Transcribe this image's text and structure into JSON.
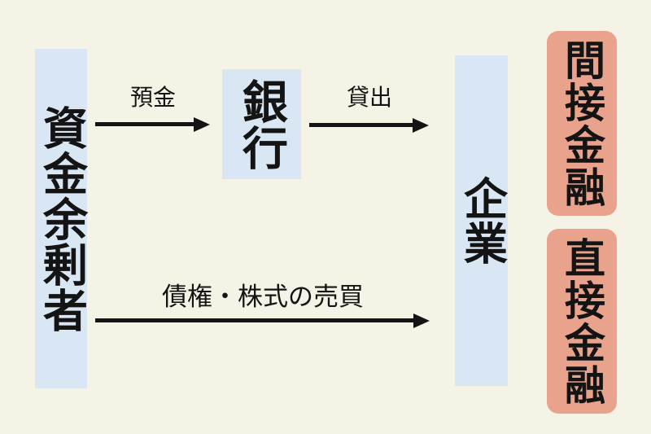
{
  "diagram": {
    "description": "flow-of-funds diagram",
    "nodes": {
      "fund_surplus": {
        "label": "資金余剰者"
      },
      "bank": {
        "label": "銀行"
      },
      "company": {
        "label": "企業"
      }
    },
    "badges": {
      "indirect": {
        "label": "間接金融"
      },
      "direct": {
        "label": "直接金融"
      }
    },
    "arrows": [
      {
        "label": "預金",
        "from": "資金余剰者",
        "to": "銀行"
      },
      {
        "label": "貸出",
        "from": "銀行",
        "to": "企業"
      },
      {
        "label": "債権・株式の売買",
        "from": "資金余剰者",
        "to": "企業"
      }
    ],
    "colors": {
      "background": "#f5f3e5",
      "node_fill": "#d9e7f5",
      "badge_fill": "#e9a38c",
      "ink": "#141414"
    }
  }
}
